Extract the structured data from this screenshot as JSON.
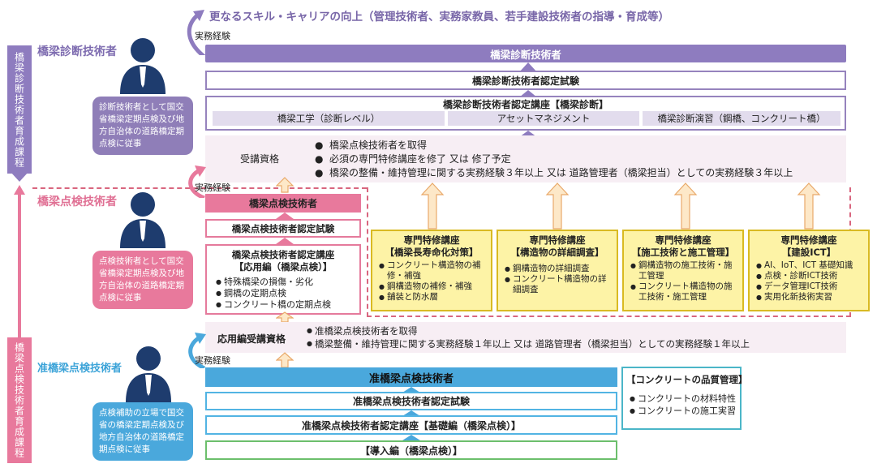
{
  "top_goal": "更なるスキル・キャリアの向上（管理技術者、実務家教員、若手建設技術者の指導・育成等）",
  "experience_label": "実務経験",
  "left_bars": {
    "diagnosis": "橋梁診断技術者育成課程",
    "inspection": "橋梁点検技術者育成課程"
  },
  "persons": {
    "diagnosis": {
      "title": "橋梁診断技術者",
      "role": "診断技術者として国交省橋梁定期点検及び地方自治体の道路橋定期点検に従事"
    },
    "inspection": {
      "title": "橋梁点検技術者",
      "role": "点検技術者として国交省橋梁定期点検及び地方自治体の道路橋定期点検に従事"
    },
    "associate": {
      "title": "准橋梁点検技術者",
      "role": "点検補助の立場で国交省の橋梁定期点検及び地方自治体の道路橋定期点検に従事"
    }
  },
  "diagnosis": {
    "qualification": "橋梁診断技術者",
    "exam": "橋梁診断技術者認定試験",
    "course_title": "橋梁診断技術者認定講座【橋梁診断】",
    "subjects": [
      "橋梁工学（診断レベル）",
      "アセットマネジメント",
      "橋梁診断演習（鋼橋、コンクリート橋）"
    ],
    "requirements_label": "受講資格",
    "requirements": [
      "橋梁点検技術者を取得",
      "必須の専門特修講座を修了 又は 修了予定",
      "橋梁の整備・維持管理に関する実務経験３年以上 又は 道路管理者（橋梁担当）としての実務経験３年以上"
    ]
  },
  "inspection": {
    "qualification": "橋梁点検技術者",
    "exam": "橋梁点検技術者認定試験",
    "course_title_1": "橋梁点検技術者認定講座",
    "course_title_2": "【応用編（橋梁点検）】",
    "course_items": [
      "特殊橋梁の損傷・劣化",
      "鋼橋の定期点検",
      "コンクリート橋の定期点検"
    ],
    "requirements_label": "応用編受講資格",
    "requirements": [
      "准橋梁点検技術者を取得",
      "橋梁整備・維持管理に関する実務経験１年以上 又は 道路管理者（橋梁担当）としての実務経験１年以上"
    ]
  },
  "special_courses": [
    {
      "label": "専門特修講座",
      "subtitle": "【橋梁長寿命化対策】",
      "items": [
        "コンクリート構造物の補修・補強",
        "鋼構造物の補修・補強",
        "舗装と防水層"
      ]
    },
    {
      "label": "専門特修講座",
      "subtitle": "【構造物の詳細調査】",
      "items": [
        "鋼構造物の詳細調査",
        "コンクリート構造物の詳細調査"
      ]
    },
    {
      "label": "専門特修講座",
      "subtitle": "【施工技術と施工管理】",
      "items": [
        "鋼構造物の施工技術・施工管理",
        "コンクリート構造物の施工技術・施工管理"
      ]
    },
    {
      "label": "専門特修講座",
      "subtitle": "【建設ICT】",
      "items": [
        "AI、IoT、ICT 基礎知識",
        "点検・診断ICT技術",
        "データ管理ICT技術",
        "実用化新技術実習"
      ]
    }
  ],
  "associate": {
    "qualification": "准橋梁点検技術者",
    "exam": "准橋梁点検技術者認定試験",
    "course": "准橋梁点検技術者認定講座【基礎編（橋梁点検）】",
    "intro": "【導入編（橋梁点検）】"
  },
  "concrete": {
    "title": "【コンクリートの品質管理】",
    "items": [
      "コンクリートの材料特性",
      "コンクリートの施工実習"
    ]
  },
  "colors": {
    "purple": "#8e7cbf",
    "pink": "#e8799c",
    "blue": "#4aa8dc",
    "yellow": "#fdf3a6",
    "role_bg": "#8f7eb8"
  }
}
